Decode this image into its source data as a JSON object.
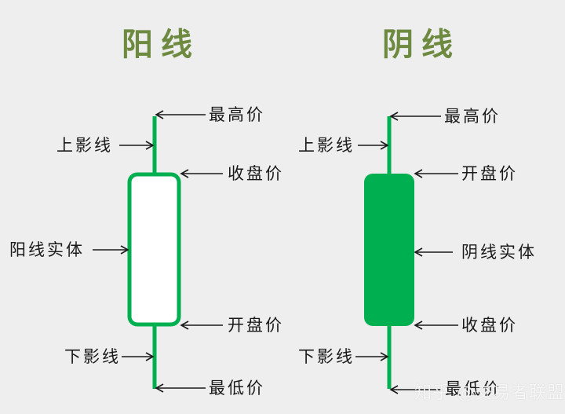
{
  "colors": {
    "background": "#eeeeee",
    "title": "#6e8a41",
    "candle_green": "#00b050",
    "arrow": "#1a1a1a",
    "bull_body_fill": "#ffffff"
  },
  "bullish": {
    "title": "阳线",
    "labels": {
      "high": "最高价",
      "upper_shadow": "上影线",
      "close": "收盘价",
      "body": "阳线实体",
      "open": "开盘价",
      "lower_shadow": "下影线",
      "low": "最低价"
    }
  },
  "bearish": {
    "title": "阴线",
    "labels": {
      "high": "最高价",
      "upper_shadow": "上影线",
      "open": "开盘价",
      "body": "阴线实体",
      "close": "收盘价",
      "lower_shadow": "下影线",
      "low": "最低价"
    }
  },
  "watermark": "知乎 @交易者联盟"
}
